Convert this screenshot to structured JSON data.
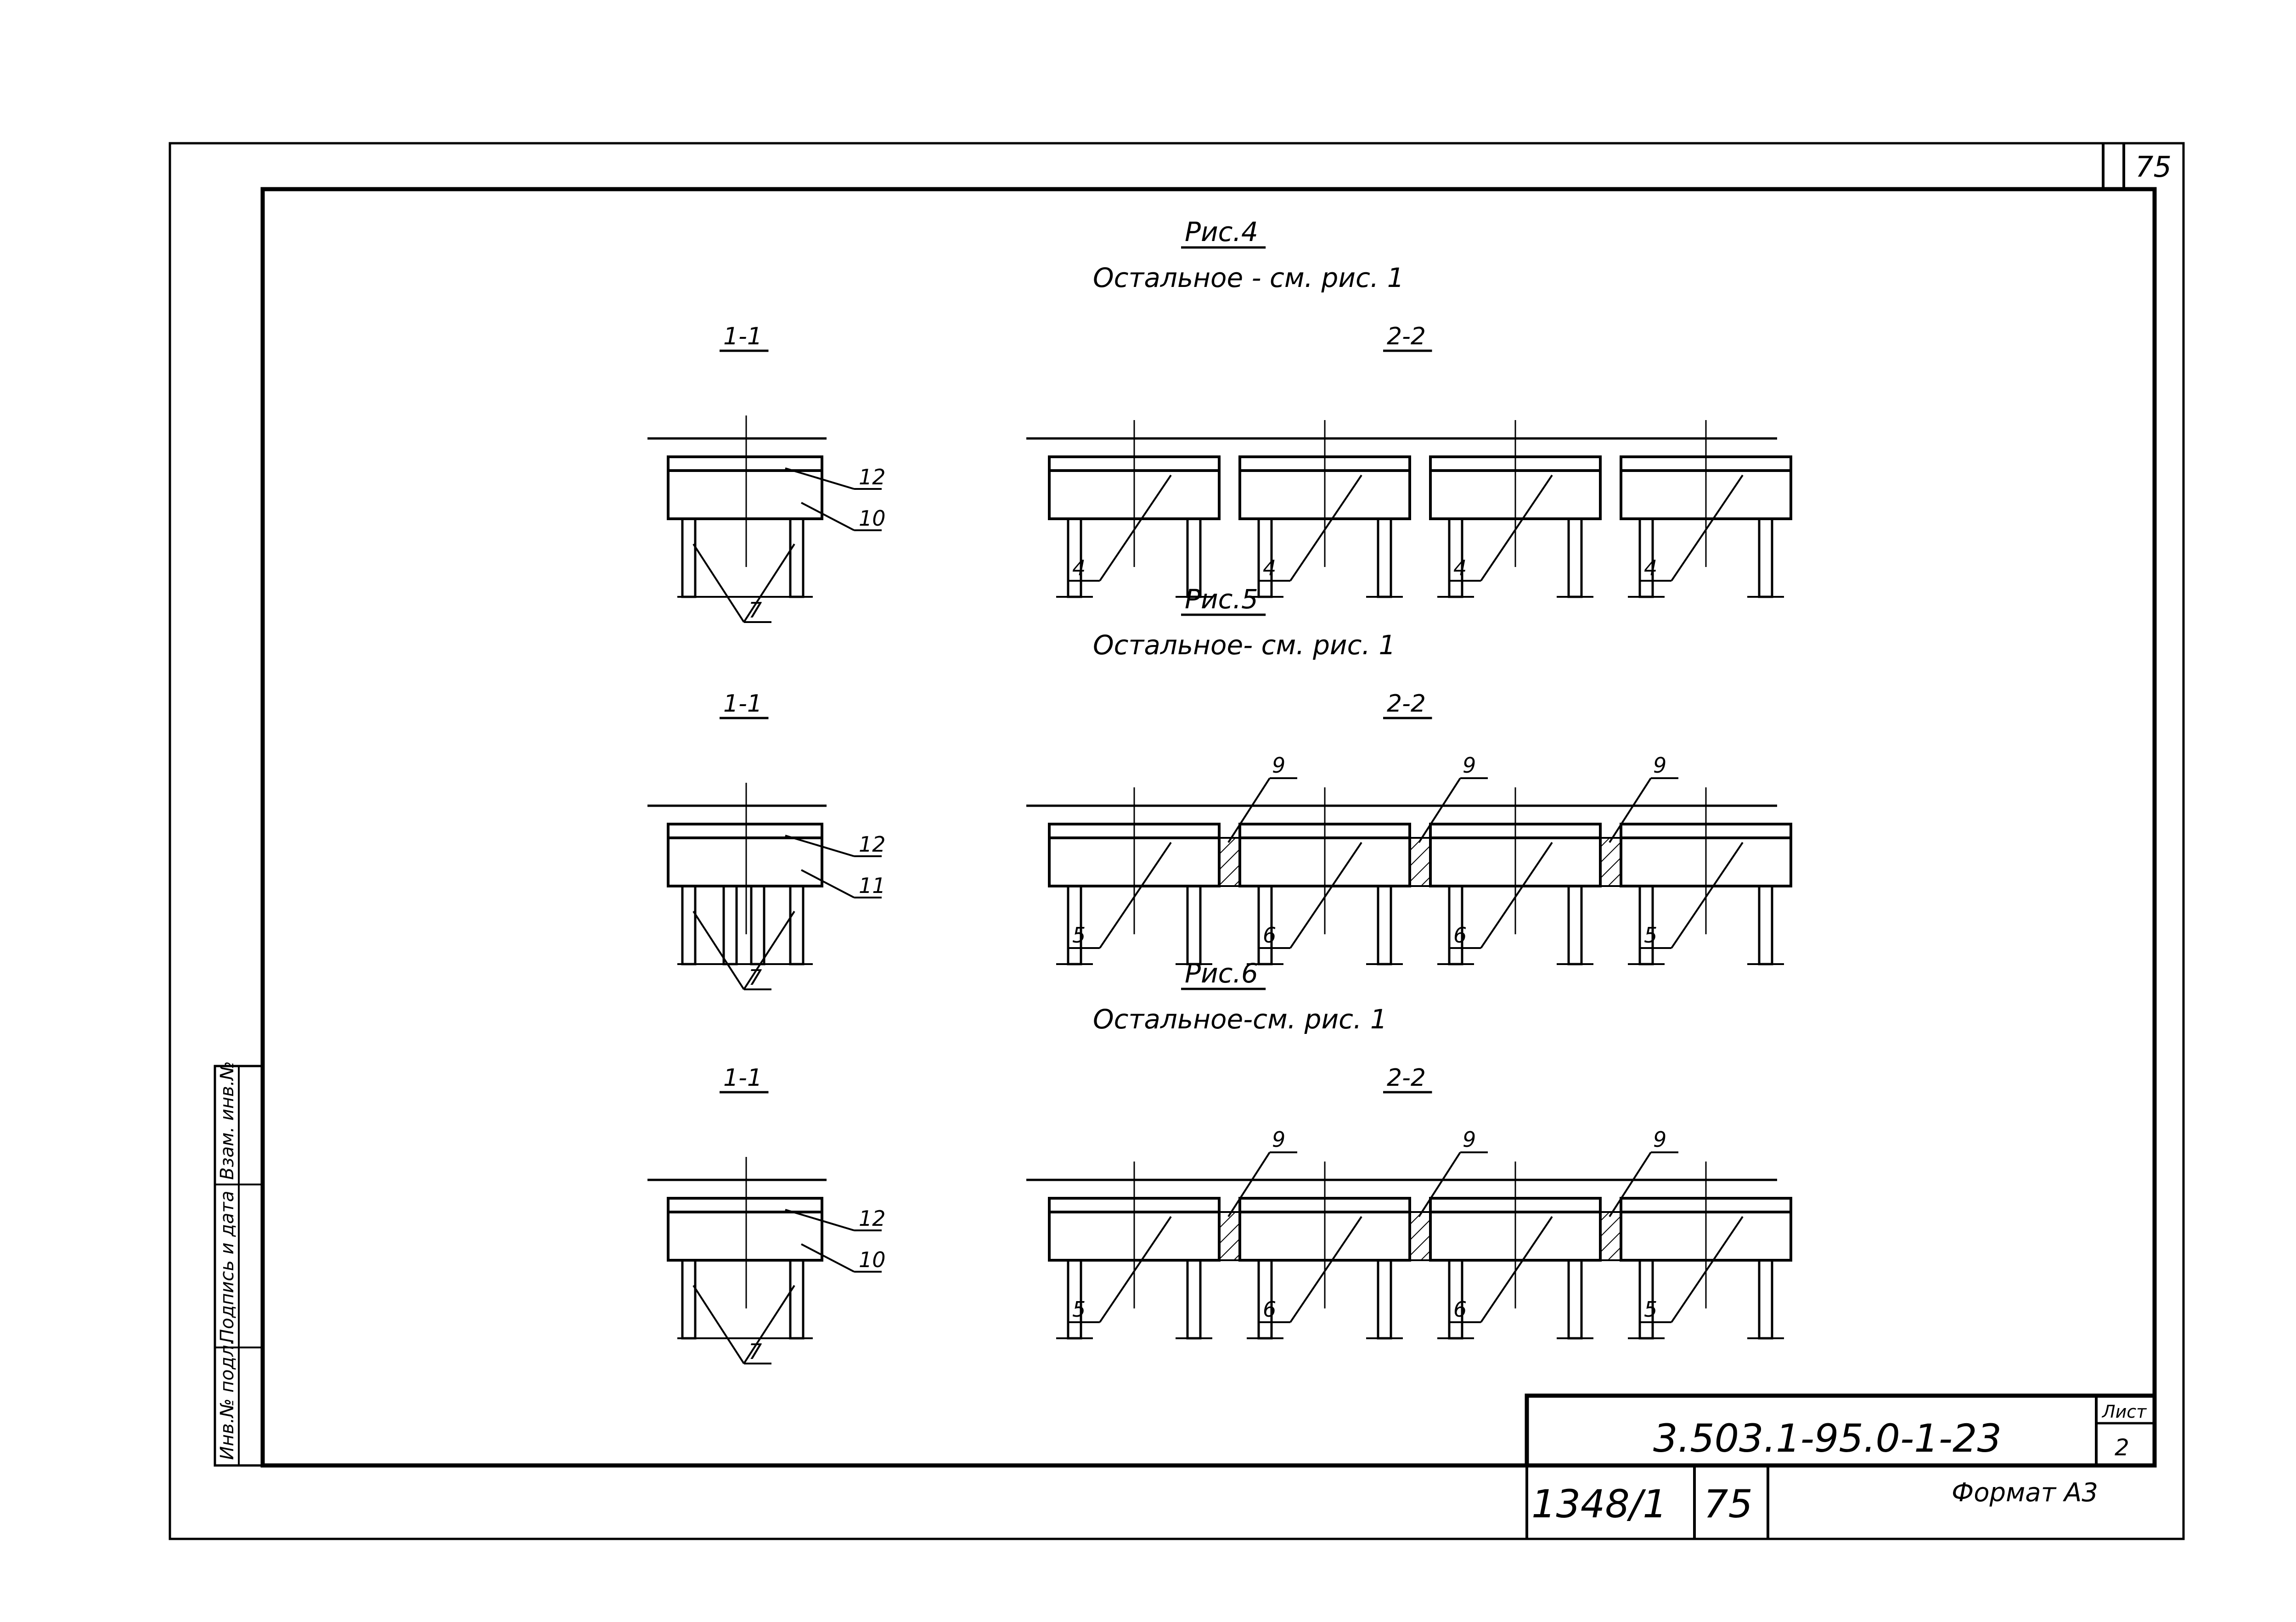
{
  "sheet": {
    "corner_number": "75",
    "figures": [
      {
        "id": "fig4",
        "title": "Рис.4",
        "note": "Остальное - см. рис. 1",
        "section_left": {
          "label": "1-1",
          "callouts": [
            "12",
            "10",
            "7"
          ]
        },
        "section_right": {
          "label": "2-2",
          "callouts": [
            "4",
            "4",
            "4",
            "4"
          ],
          "gap_callouts": []
        }
      },
      {
        "id": "fig5",
        "title": "Рис.5",
        "note": "Остальное- см. рис. 1",
        "section_left": {
          "label": "1-1",
          "callouts": [
            "12",
            "11",
            "7"
          ]
        },
        "section_right": {
          "label": "2-2",
          "callouts": [
            "5",
            "6",
            "6",
            "5"
          ],
          "gap_callouts": [
            "9",
            "9",
            "9"
          ]
        }
      },
      {
        "id": "fig6",
        "title": "Рис.6",
        "note": "Остальное-см. рис. 1",
        "section_left": {
          "label": "1-1",
          "callouts": [
            "12",
            "10",
            "7"
          ]
        },
        "section_right": {
          "label": "2-2",
          "callouts": [
            "5",
            "6",
            "6",
            "5"
          ],
          "gap_callouts": [
            "9",
            "9",
            "9"
          ]
        }
      }
    ],
    "side_stamp": [
      "Взам. инв.№",
      "Подпись и дата",
      "Инв.№ подл."
    ],
    "title_block": {
      "designation": "3.503.1-95.0-1-23",
      "sheet_label": "Лист",
      "sheet_number": "2",
      "inventory": "1348/1",
      "page": "75",
      "format": "Формат А3"
    }
  }
}
